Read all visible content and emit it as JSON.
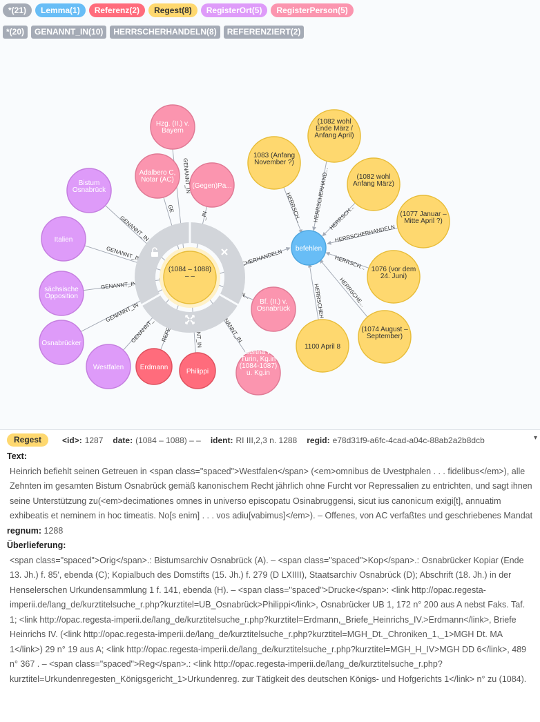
{
  "node_labels": [
    {
      "label": "*(21)",
      "color": "#a5abb6",
      "text_color": "#ffffff"
    },
    {
      "label": "Lemma(1)",
      "color": "#68bdf6",
      "text_color": "#ffffff"
    },
    {
      "label": "Referenz(2)",
      "color": "#ff6c7c",
      "text_color": "#ffffff"
    },
    {
      "label": "Regest(8)",
      "color": "#fed86f",
      "text_color": "#333333"
    },
    {
      "label": "RegisterOrt(5)",
      "color": "#de9bf9",
      "text_color": "#ffffff"
    },
    {
      "label": "RegisterPerson(5)",
      "color": "#fb95af",
      "text_color": "#ffffff"
    }
  ],
  "relationship_types": [
    "*(20)",
    "GENANNT_IN(10)",
    "HERRSCHERHANDELN(8)",
    "REFERENZIERT(2)"
  ],
  "graph": {
    "center": "(1084 – 1088)\n– –",
    "nodes": {
      "hzg": "Hzg. (II.) v.\nBayern",
      "adalbero": "Adalbero C,\nNotar (AC)",
      "gegenpapst": "(Gegen)Pa...",
      "bistum": "Bistum\nOsnabrück",
      "italien": "Italien",
      "sachsische": "sächsische\nOpposition",
      "osnabrucker": "Osnabrücker",
      "westfalen": "Westfalen",
      "erdmann": "Erdmann",
      "philippi": "Philippi",
      "bertha": "Bertha v.\nTurin, Kg.in\n(1084-1087)\nu. Kg.in",
      "bf": "Bf. (II.) v.\nOsnabrück",
      "befehlen": "befehlen",
      "r1083": "1083 (Anfang\nNovember ?)",
      "r1082a": "(1082 wohl\nEnde März /\nAnfang April)",
      "r1082b": "(1082 wohl\nAnfang März)",
      "r1077": "(1077 Januar –\nMitte April ?)",
      "r1076": "1076 (vor dem\n24. Juni)",
      "r1074": "(1074 August –\nSeptember)",
      "r1100": "1100 April 8"
    },
    "edge_labels": {
      "genannt_in": "GENANNT_IN",
      "genannt_short": "GENANNT_I",
      "genannt_trunc": "GENANNT_",
      "genannt_vert": "GENANNT_IN",
      "genannt_g": "GE",
      "genannt_in_short": "_IN",
      "referenz": "REFE",
      "genannt_zi": "ENANNT_IN",
      "genannt_ni": "ENANNT_IN",
      "genannt_short2": "NANNT_IN",
      "herrscherhandeln_main": "HERRSCHERHANDELN",
      "herrscherhandeln_trunc": "CHERHANDELN",
      "herrsch": "HERRSCH...",
      "herrscherhand": "HERRSCHERHAND...",
      "herrsche": "HERRSCHE...",
      "herrscheh": "HERRSCHEH...",
      "in_short": "IN..."
    }
  },
  "details": {
    "badge": "Regest",
    "id_label": "<id>:",
    "id_value": "1287",
    "date_label": "date:",
    "date_value": "(1084 – 1088) – –",
    "ident_label": "ident:",
    "ident_value": "RI III,2,3 n. 1288",
    "regid_label": "regid:",
    "regid_value": "e78d31f9-a6fc-4cad-a04c-88ab2a2b8dcb",
    "text_label": "Text:",
    "text_value": "Heinrich befiehlt seinen Getreuen in <span class=\"spaced\">Westfalen</span> (<em>omnibus de Uvestphalen . . . fidelibus</em>), alle Zehnten im gesamten Bistum Osnabrück gemäß kanonischem Recht jährlich ohne Furcht vor Repressalien zu entrichten, und sagt ihnen seine Unterstützung zu(<em>decimationes omnes in universo episcopatu Osinabruggensi, sicut ius canonicum exigi[t], annuatim exhibeatis et neminem in hoc timeatis. No[s enim] . . . vos adiu[vabimus]</em>). – Offenes, von AC verfaßtes und geschriebenes Mandat",
    "regnum_label": "regnum:",
    "regnum_value": "1288",
    "uberlieferung_label": "Überlieferung:",
    "uberlieferung_value": "<span class=\"spaced\">Orig</span>.: Bistumsarchiv Osnabrück (A). – <span class=\"spaced\">Kop</span>.: Osnabrücker Kopiar (Ende 13. Jh.) f. 85', ebenda (C); Kopialbuch des Domstifts (15. Jh.) f. 279 (D LXIIII), Staatsarchiv Osnabrück (D); Abschrift (18. Jh.) in der Henselerschen Urkundensammlung 1 f. 141, ebenda (H). – <span class=\"spaced\">Drucke</span>: <link http://opac.regesta-imperii.de/lang_de/kurztitelsuche_r.php?kurztitel=UB_Osnabrück>Philippi</link>, Osnabrücker UB 1, 172 n° 200 aus A nebst Faks. Taf. 1; <link http://opac.regesta-imperii.de/lang_de/kurztitelsuche_r.php?kurztitel=Erdmann,_Briefe_Heinrichs_IV.>Erdmann</link>, Briefe Heinrichs IV. (<link http://opac.regesta-imperii.de/lang_de/kurztitelsuche_r.php?kurztitel=MGH_Dt._Chroniken_1,_1>MGH Dt. MA 1</link>) 29 n° 19 aus A; <link http://opac.regesta-imperii.de/lang_de/kurztitelsuche_r.php?kurztitel=MGH_H_IV>MGH DD 6</link>, 489 n° 367 . – <span class=\"spaced\">Reg</span>.: <link http://opac.regesta-imperii.de/lang_de/kurztitelsuche_r.php?kurztitel=Urkundenregesten_Königsgericht_1>Urkundenreg. zur Tätigkeit des deutschen Königs- und Hofgerichts 1</link> n° zu (1084).",
    "caret": "▾"
  }
}
